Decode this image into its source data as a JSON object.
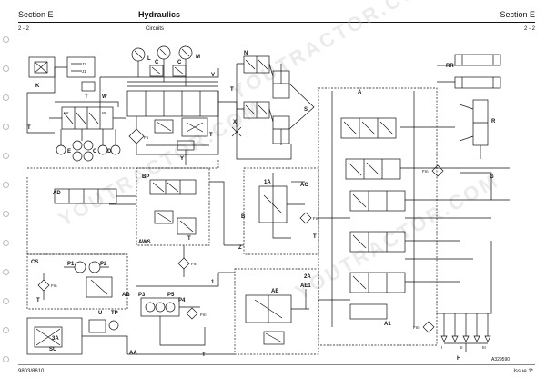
{
  "header": {
    "section_left": "Section E",
    "title": "Hydraulics",
    "section_right": "Section E",
    "page_left": "2 - 2",
    "subtitle": "Circuits",
    "page_right": "2 - 2"
  },
  "footer": {
    "doc_number": "9803/8610",
    "issue": "Issue 1*",
    "figure_ref": "A329590"
  },
  "diagram": {
    "labels": {
      "K": "K",
      "W": "W",
      "T": "T",
      "Wr": "Wr",
      "Wl": "Wl",
      "E": "E",
      "C": "C",
      "D": "D",
      "L": "L",
      "M": "M",
      "V": "V",
      "N": "N",
      "S": "S",
      "Y": "Y",
      "X": "X",
      "Fp": "Fp",
      "RR": "RR",
      "R": "R",
      "A": "A",
      "G": "G",
      "Fm": "Fm",
      "AD": "AD",
      "BP": "BP",
      "AWS": "AWS",
      "1A": "1A",
      "AC": "AC",
      "B": "B",
      "Z": "Z",
      "CS": "CS",
      "P1": "P1",
      "P2": "P2",
      "AB": "AB",
      "P3": "P3",
      "P5": "P5",
      "P4": "P4",
      "1": "1",
      "U": "U",
      "TP": "TP",
      "SU": "SU",
      "AA": "AA",
      "2A": "2A",
      "AE": "AE",
      "AE1": "AE1",
      "A1": "A1",
      "H": "H",
      "J1": "J1",
      "J2": "J2",
      "3A": "3A",
      "I": "I",
      "II": "II",
      "III": "III"
    },
    "watermark": "YOUTRACTOR.COM"
  }
}
